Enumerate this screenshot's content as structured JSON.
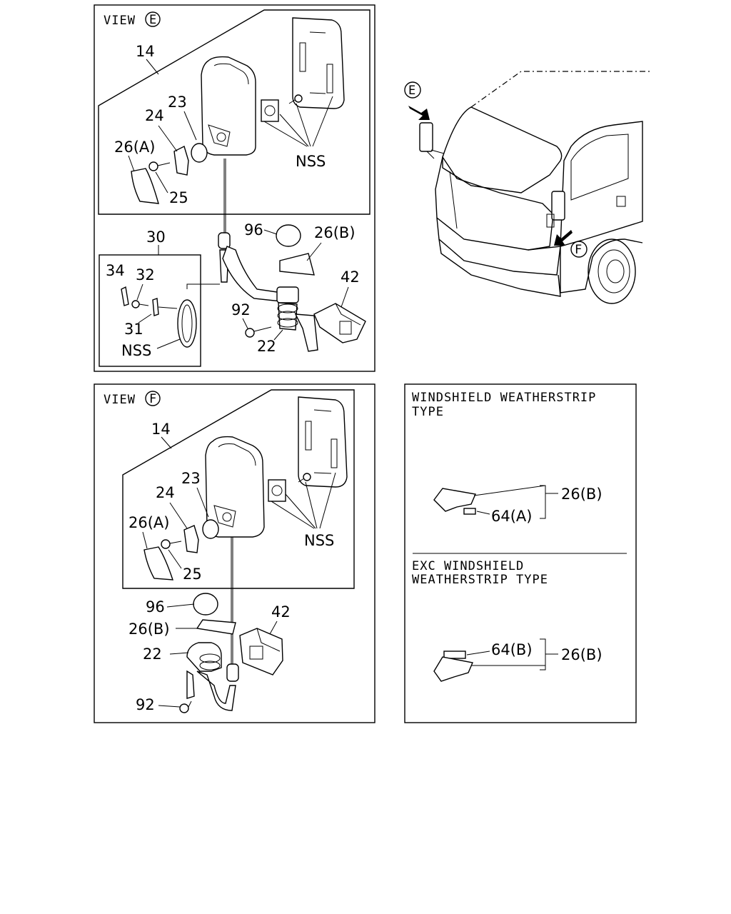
{
  "view_e": {
    "title": "VIEW",
    "title_mark": "E",
    "labels": {
      "n14": "14",
      "n23": "23",
      "n24": "24",
      "n26a": "26(A)",
      "n25": "25",
      "nss_top": "NSS",
      "n96": "96",
      "n26b": "26(B)",
      "n30": "30",
      "n34": "34",
      "n32": "32",
      "n31": "31",
      "nss_bottom": "NSS",
      "n42": "42",
      "n92": "92",
      "n22": "22"
    }
  },
  "view_f": {
    "title": "VIEW",
    "title_mark": "F",
    "labels": {
      "n14": "14",
      "n23": "23",
      "n24": "24",
      "n26a": "26(A)",
      "n25": "25",
      "nss": "NSS",
      "n96": "96",
      "n26b": "26(B)",
      "n42": "42",
      "n22": "22",
      "n92": "92"
    }
  },
  "truck": {
    "marker_e": "E",
    "marker_f": "F"
  },
  "weatherstrip": {
    "windshield_type": "WINDSHIELD WEATHERSTRIP\nTYPE",
    "windshield_line1": "WINDSHIELD WEATHERSTRIP",
    "windshield_line2": "TYPE",
    "windshield_part_a": "64(A)",
    "windshield_group": "26(B)",
    "exc_line1": "EXC WINDSHIELD",
    "exc_line2": "WEATHERSTRIP TYPE",
    "exc_part_b": "64(B)",
    "exc_group": "26(B)"
  }
}
